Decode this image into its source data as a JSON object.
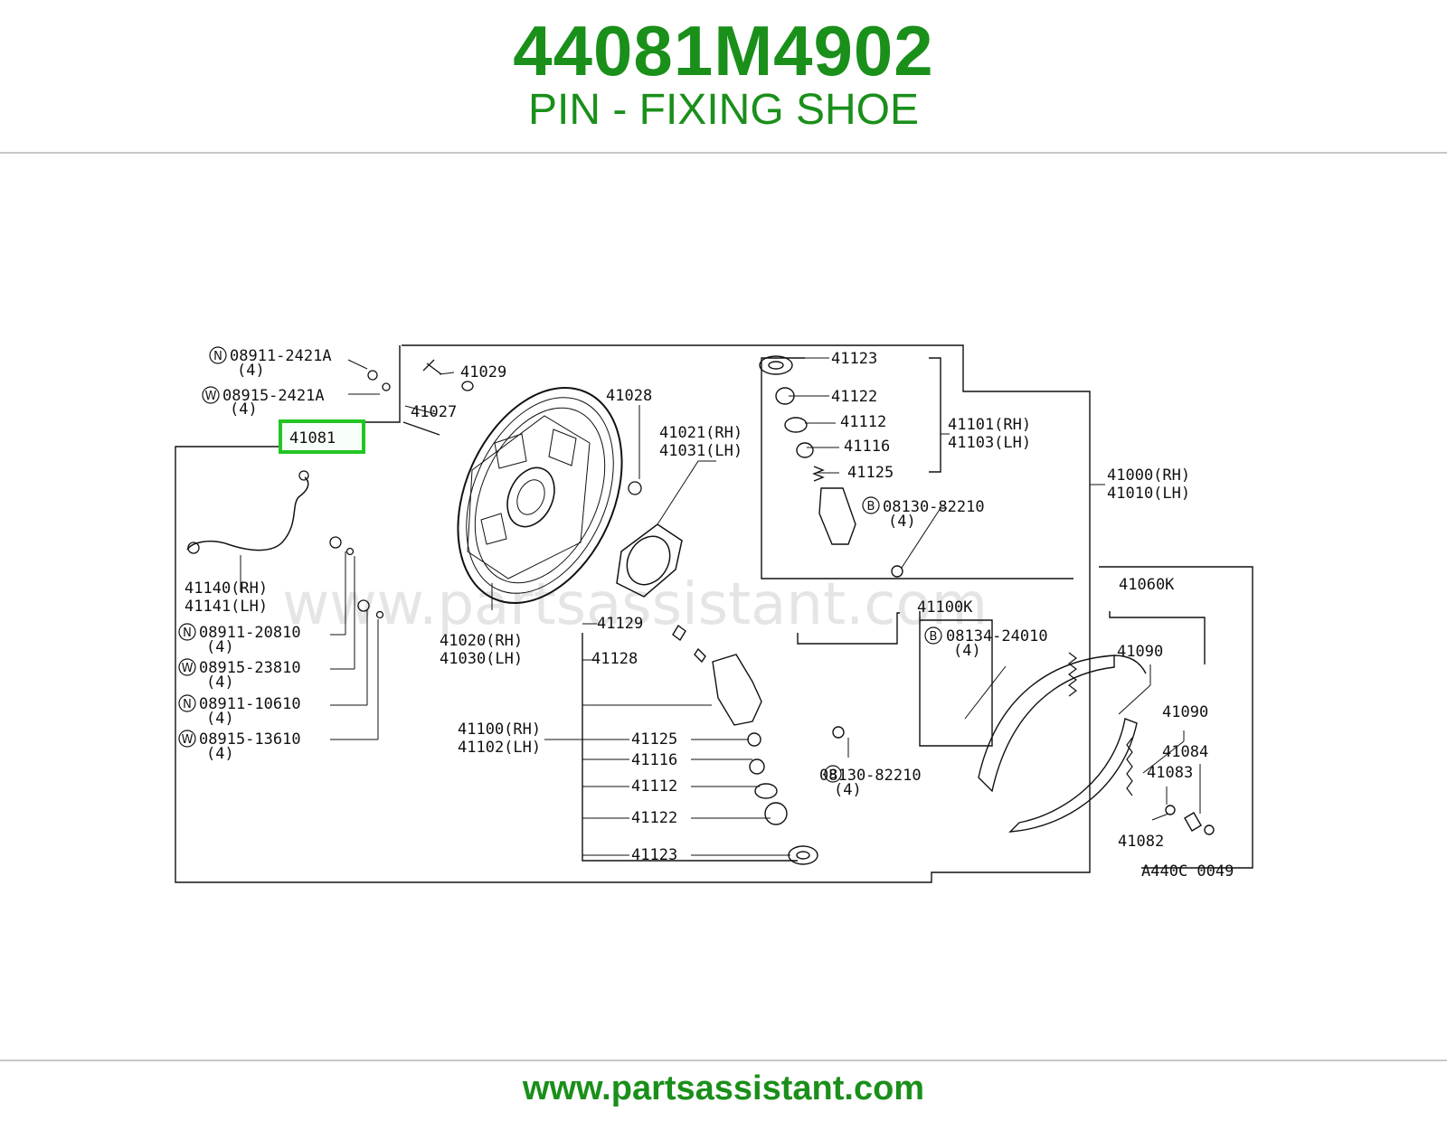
{
  "header": {
    "part_number": "44081M4902",
    "part_name": "PIN - FIXING SHOE"
  },
  "footer": {
    "url": "www.partsassistant.com"
  },
  "colors": {
    "brand_green": "#1a8f1a",
    "highlight_green": "#22c522",
    "rule_gray": "#c8c8c8",
    "line": "#111111"
  },
  "diagram": {
    "watermark": "www.partsassistant.com",
    "drawing_code": "A440C 0049",
    "highlighted_part": "41081",
    "labels": {
      "l_08911_2421a": "08911-2421A",
      "l_08911_2421a_qty": "(4)",
      "l_08915_2421a": "08915-2421A",
      "l_08915_2421a_qty": "(4)",
      "l_41029": "41029",
      "l_41027": "41027",
      "l_41081": "41081",
      "l_41028": "41028",
      "l_41021": "41021(RH)",
      "l_41031": "41031(LH)",
      "l_41140": "41140(RH)",
      "l_41141": "41141(LH)",
      "l_08911_20810": "08911-20810",
      "l_08911_20810_qty": "(4)",
      "l_08915_23810": "08915-23810",
      "l_08915_23810_qty": "(4)",
      "l_08911_10610": "08911-10610",
      "l_08911_10610_qty": "(4)",
      "l_08915_13610": "08915-13610",
      "l_08915_13610_qty": "(4)",
      "l_41020": "41020(RH)",
      "l_41030": "41030(LH)",
      "l_41123_top": "41123",
      "l_41122_top": "41122",
      "l_41112_top": "41112",
      "l_41116_top": "41116",
      "l_41125_top": "41125",
      "l_41101": "41101(RH)",
      "l_41103": "41103(LH)",
      "l_08130_82210_top": "08130-82210",
      "l_08130_82210_top_qty": "(4)",
      "l_41000": "41000(RH)",
      "l_41010": "41010(LH)",
      "l_41100k": "41100K",
      "l_41129": "41129",
      "l_41128": "41128",
      "l_41100": "41100(RH)",
      "l_41102": "41102(LH)",
      "l_41125_bot": "41125",
      "l_41116_bot": "41116",
      "l_41112_bot": "41112",
      "l_41122_bot": "41122",
      "l_41123_bot": "41123",
      "l_08130_82210_bot": "08130-82210",
      "l_08130_82210_bot_qty": "(4)",
      "l_41060k": "41060K",
      "l_08134_24010": "08134-24010",
      "l_08134_24010_qty": "(4)",
      "l_41090_a": "41090",
      "l_41090_b": "41090",
      "l_41084": "41084",
      "l_41083": "41083",
      "l_41082": "41082",
      "ring_n": "N",
      "ring_w": "W",
      "ring_b": "B"
    }
  }
}
